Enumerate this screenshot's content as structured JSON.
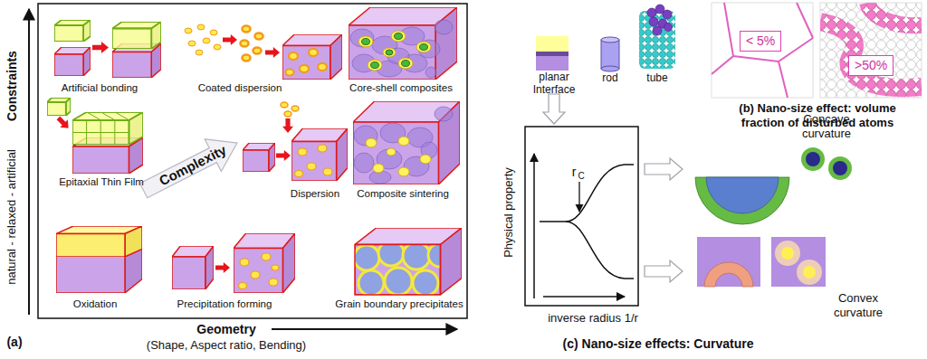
{
  "diagram": {
    "nodes": [
      {
        "text": [
          "< 5%"
        ]
      },
      {
        "text": [
          ">50%"
        ]
      }
    ],
    "labels": [
      "Constraints",
      "natural - relaxed - artificial",
      "Artificial bonding",
      "Coated dispersion",
      "Core-shell composites",
      "Epitaxial Thin Film",
      "Complexity",
      "Dispersion",
      "Composite sintering",
      "Oxidation",
      "Precipitation forming",
      "Grain boundary precipitates",
      "Geometry",
      "(Shape, Aspect ratio, Bending)",
      "(a)",
      "planar Interface",
      "rod",
      "tube",
      "(b) Nano-size effect: volume fraction of disturbed atoms",
      "r",
      "C",
      "Physical property",
      "inverse radius 1/r",
      "Concave curvature",
      "Convex curvature",
      "(c) Nano-size effects: Curvature"
    ]
  }
}
